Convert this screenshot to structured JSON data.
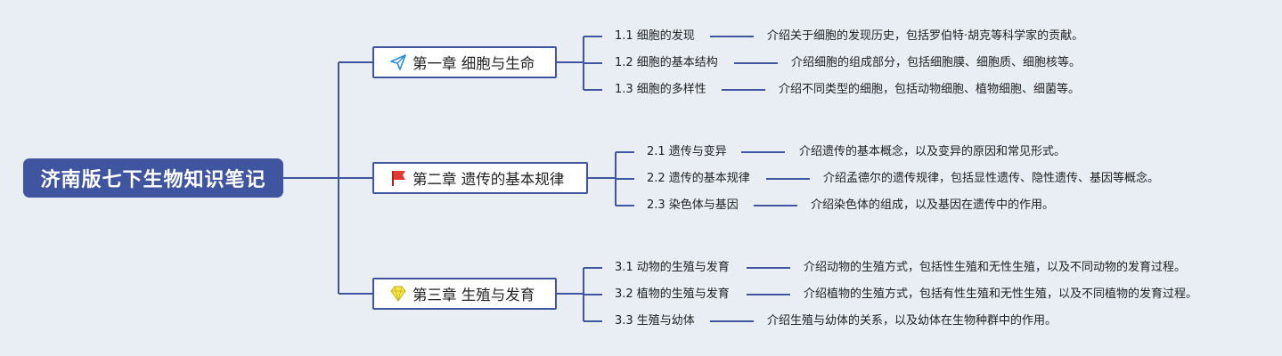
{
  "root": {
    "title": "济南版七下生物知识笔记"
  },
  "chapters": [
    {
      "title": "第一章 细胞与生命",
      "icon": "paper-plane-icon",
      "sections": [
        {
          "label": "1.1 细胞的发现",
          "desc": "介绍关于细胞的发现历史，包括罗伯特·胡克等科学家的贡献。"
        },
        {
          "label": "1.2 细胞的基本结构",
          "desc": "介绍细胞的组成部分，包括细胞膜、细胞质、细胞核等。"
        },
        {
          "label": "1.3 细胞的多样性",
          "desc": "介绍不同类型的细胞，包括动物细胞、植物细胞、细菌等。"
        }
      ]
    },
    {
      "title": "第二章 遗传的基本规律",
      "icon": "red-flag-icon",
      "sections": [
        {
          "label": "2.1 遗传与变异",
          "desc": "介绍遗传的基本概念，以及变异的原因和常见形式。"
        },
        {
          "label": "2.2 遗传的基本规律",
          "desc": "介绍孟德尔的遗传规律，包括显性遗传、隐性遗传、基因等概念。"
        },
        {
          "label": "2.3 染色体与基因",
          "desc": "介绍染色体的组成，以及基因在遗传中的作用。"
        }
      ]
    },
    {
      "title": "第三章 生殖与发育",
      "icon": "diamond-icon",
      "sections": [
        {
          "label": "3.1 动物的生殖与发育",
          "desc": "介绍动物的生殖方式，包括性生殖和无性生殖，以及不同动物的发育过程。"
        },
        {
          "label": "3.2 植物的生殖与发育",
          "desc": "介绍植物的生殖方式，包括有性生殖和无性生殖，以及不同植物的发育过程。"
        },
        {
          "label": "3.3 生殖与幼体",
          "desc": "介绍生殖与幼体的关系，以及幼体在生物种群中的作用。"
        }
      ]
    }
  ],
  "colors": {
    "accent": "#3f55a0",
    "background": "#e8eef4"
  }
}
